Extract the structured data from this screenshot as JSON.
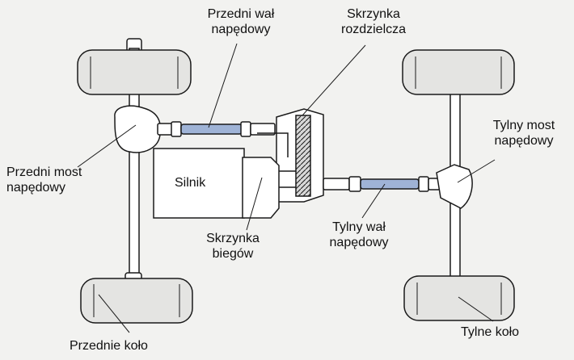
{
  "labels": {
    "front_shaft": [
      "Przedni wał",
      "napędowy"
    ],
    "transfer_case": [
      "Skrzynka",
      "rozdzielcza"
    ],
    "front_axle": [
      "Przedni most",
      "napędowy"
    ],
    "engine": "Silnik",
    "gearbox": [
      "Skrzynka",
      "biegów"
    ],
    "rear_shaft": [
      "Tylny wał",
      "napędowy"
    ],
    "rear_axle": [
      "Tylny most",
      "napędowy"
    ],
    "front_wheel": "Przednie koło",
    "rear_wheel": "Tylne koło"
  },
  "colors": {
    "shaft_fill": "#9fb3d6",
    "outline": "#1a1a1a",
    "component_fill": "#ffffff",
    "wheel_fill": "#e4e4e2",
    "background": "#f2f2f0"
  }
}
